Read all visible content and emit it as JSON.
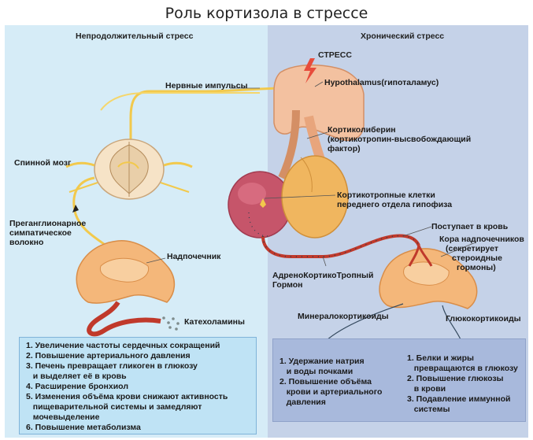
{
  "title": "Роль кортизола в стрессе",
  "left_panel": {
    "heading": "Непродолжительный стресс",
    "nerve_impulses": "Нервные импульсы",
    "spinal_cord": "Спинной мозг",
    "preganglionic": [
      "Преганглионарное",
      "симпатическое",
      "волокно"
    ],
    "adrenal": "Надпочечник",
    "catecholamines": "Катехоламины",
    "effects": [
      "1. Увеличение частоты сердечных сокращений",
      "2. Повышение артериального давления",
      "3. Печень превращает гликоген в глюкозу",
      "   и выделяет её в кровь",
      "4. Расширение бронхиол",
      "5. Изменения объёма крови снижают активность",
      "   пищеварительной системы и замедляют",
      "   мочевыделение",
      "6. Повышение метаболизма"
    ]
  },
  "right_panel": {
    "heading": "Хронический стресс",
    "stress": "СТРЕСС",
    "hypothalamus": "Hypothalamus(гипоталамус)",
    "crh": [
      "Кортиколиберин",
      "(кортикотропин-высвобождающий",
      "фактор)"
    ],
    "corticotrophs": [
      "Кортикотропные клетки",
      "переднего отдела гипофиза"
    ],
    "into_blood": "Поступает в кровь",
    "acth": [
      "АдреноКортикоТропный",
      "Гормон"
    ],
    "adrenal_cortex": [
      "Кора надпочечников",
      "(секретирует",
      "стероидные",
      "гормоны)"
    ],
    "mineralocorticoids": "Минералокортикоиды",
    "glucocorticoids": "Глюкокортикоиды",
    "mineral_effects": [
      "1. Удержание натрия",
      "   и воды почками",
      "2. Повышение объёма",
      "   крови и артериального",
      "   давления"
    ],
    "gluco_effects": [
      "1. Белки и жиры",
      "   превращаются в глюкозу",
      "2. Повышение глюкозы",
      "   в крови",
      "3. Подавление иммунной",
      "   системы"
    ]
  },
  "colors": {
    "left_bg": "#d6ecf7",
    "right_bg": "#c5d2e8",
    "nerve": "#f2c94c",
    "blood": "#c0392b",
    "adrenal": "#f4b77a"
  }
}
